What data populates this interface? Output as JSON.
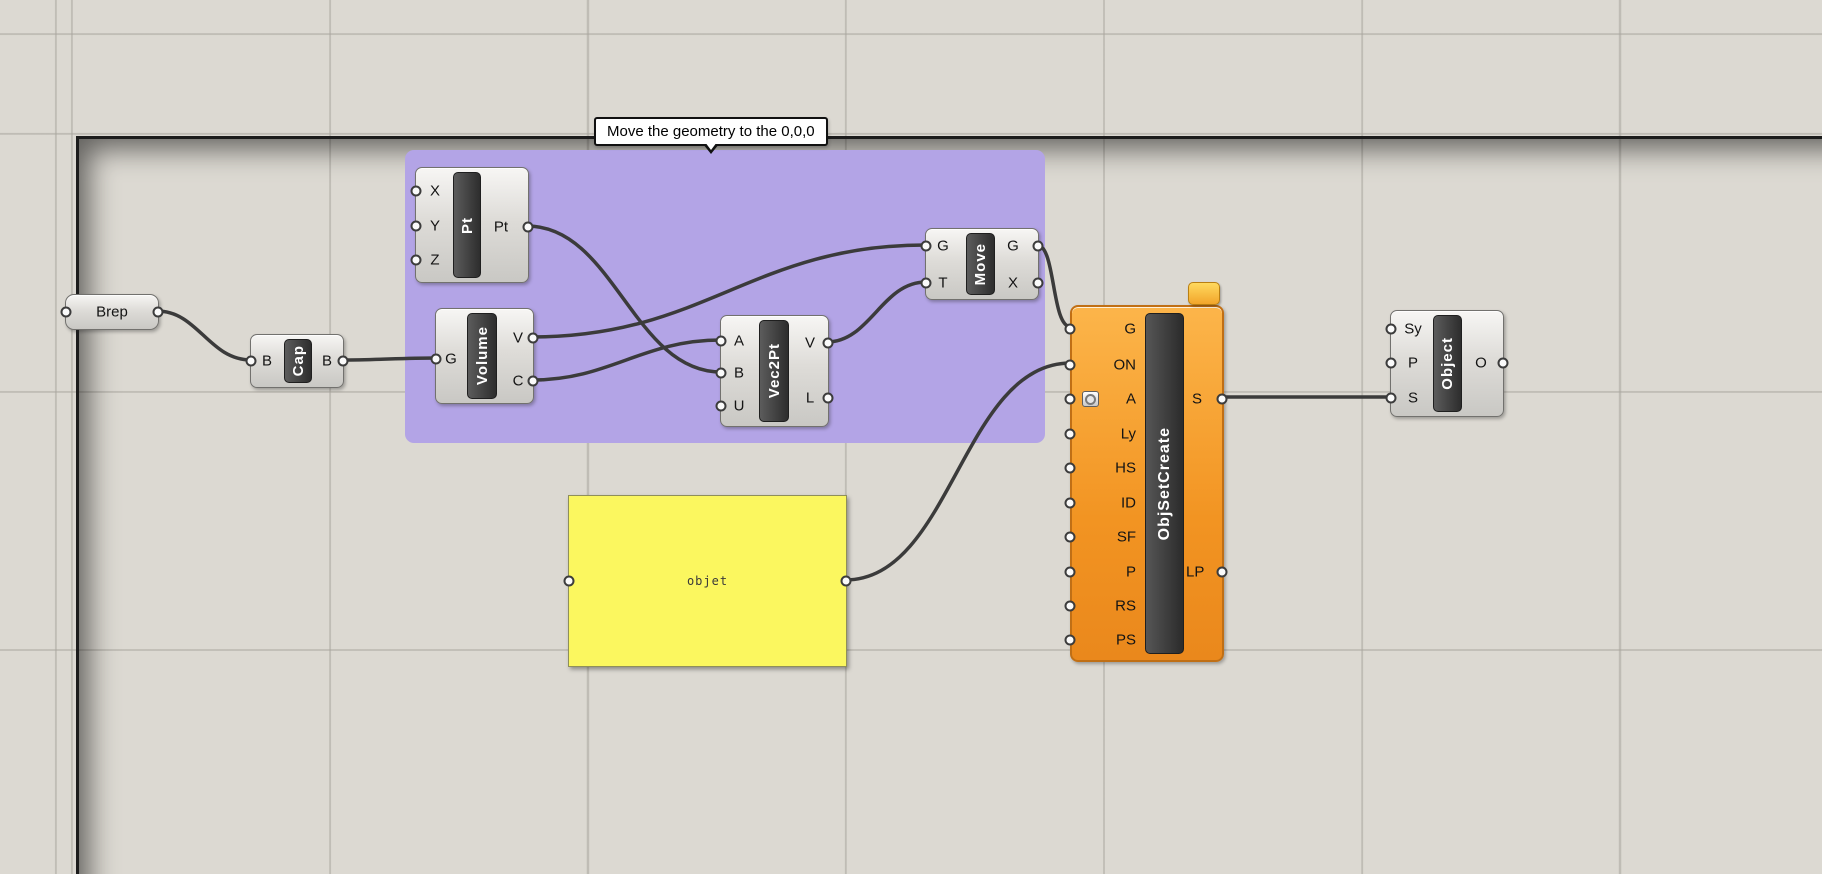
{
  "group": {
    "label": "Move the geometry to the 0,0,0"
  },
  "components": {
    "brep": {
      "label": "Brep"
    },
    "cap": {
      "name": "Cap",
      "in_b": "B",
      "out_b": "B"
    },
    "pt": {
      "name": "Pt",
      "in_x": "X",
      "in_y": "Y",
      "in_z": "Z",
      "out_pt": "Pt"
    },
    "volume": {
      "name": "Volume",
      "in_g": "G",
      "out_v": "V",
      "out_c": "C"
    },
    "vec2pt": {
      "name": "Vec2Pt",
      "in_a": "A",
      "in_b": "B",
      "in_u": "U",
      "out_v": "V",
      "out_l": "L"
    },
    "move": {
      "name": "Move",
      "in_g": "G",
      "in_t": "T",
      "out_g": "G",
      "out_x": "X"
    },
    "panel": {
      "text": "objet"
    },
    "objsetcreate": {
      "name": "ObjSetCreate",
      "inputs": [
        "G",
        "ON",
        "A",
        "Ly",
        "HS",
        "ID",
        "SF",
        "P",
        "RS",
        "PS"
      ],
      "out_s": "S",
      "out_lp": "LP"
    },
    "object": {
      "name": "Object",
      "in_sy": "Sy",
      "in_p": "P",
      "in_s": "S",
      "out_o": "O"
    }
  },
  "colors": {
    "group_purple": "#b3a4e6",
    "panel_yellow": "#fbf75f",
    "node_orange": "#f29422",
    "balloon_yellow": "#fec74a",
    "wire": "#3b3b3b",
    "canvas": "#dcd9d2"
  }
}
